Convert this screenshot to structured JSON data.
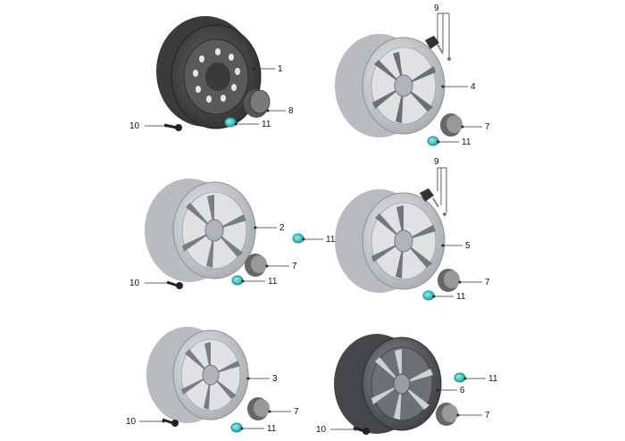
{
  "diagram": {
    "callouts": {
      "c1": "1",
      "c2": "2",
      "c3": "3",
      "c4": "4",
      "c5": "5",
      "c6": "6",
      "c7": "7",
      "c8": "8",
      "c9": "9",
      "c10": "10",
      "c11": "11"
    },
    "colors": {
      "steel_rim": "#4a4a4a",
      "alloy_light": "#cfd2d4",
      "alloy_dark": "#5c5f62",
      "valve_cap": "#3fc6c6",
      "label": "#111111"
    }
  }
}
